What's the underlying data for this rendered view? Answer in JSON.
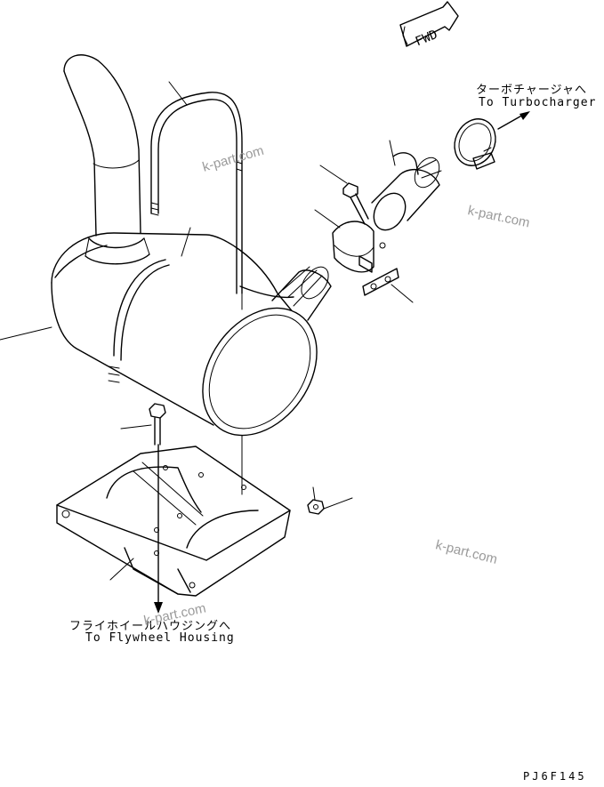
{
  "fwd_symbol": "FWD",
  "labels": {
    "turbocharger_jp": "ターボチャージャへ",
    "turbocharger_en": "To Turbocharger",
    "flywheel_jp": "フライホイールハウジングへ",
    "flywheel_en": "To Flywheel Housing"
  },
  "watermarks": [
    "k-part.com",
    "k-part.com",
    "k-part.com",
    "k-part.com"
  ],
  "drawing_code": "PJ6F145"
}
